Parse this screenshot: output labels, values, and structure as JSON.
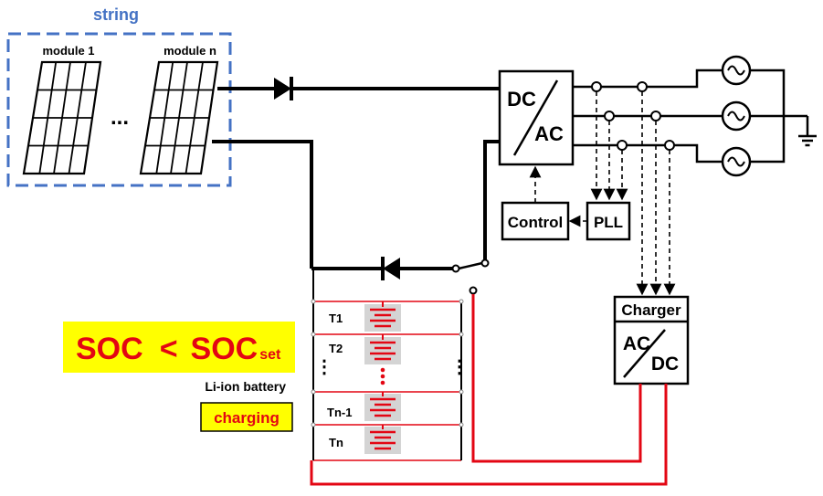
{
  "string": {
    "title": "string",
    "module_first": "module 1",
    "module_last": "module n",
    "ellipsis": "..."
  },
  "inverter": {
    "top": "DC",
    "bottom": "AC"
  },
  "control": {
    "label": "Control"
  },
  "pll": {
    "label": "PLL"
  },
  "charger": {
    "title": "Charger",
    "top": "AC",
    "bottom": "DC"
  },
  "battery": {
    "rows": [
      "T1",
      "T2",
      "Tn-1",
      "Tn"
    ],
    "vertical_ellipsis": "⋮",
    "label": "Li-ion battery",
    "status": "charging"
  },
  "soc": {
    "left": "SOC",
    "operator": "<",
    "right": "SOC",
    "subscript": "set"
  },
  "colors": {
    "string_frame": "#4472c4",
    "string_title": "#4472c4",
    "highlight": "#ffff00",
    "alert_text": "#e30613",
    "charging_wire": "#e30613",
    "cell_background": "#d4d4d4"
  },
  "icons": [
    "diode-icon",
    "ac-source-icon",
    "ground-icon",
    "switch-icon",
    "battery-cell-icon",
    "solar-panel-icon"
  ]
}
